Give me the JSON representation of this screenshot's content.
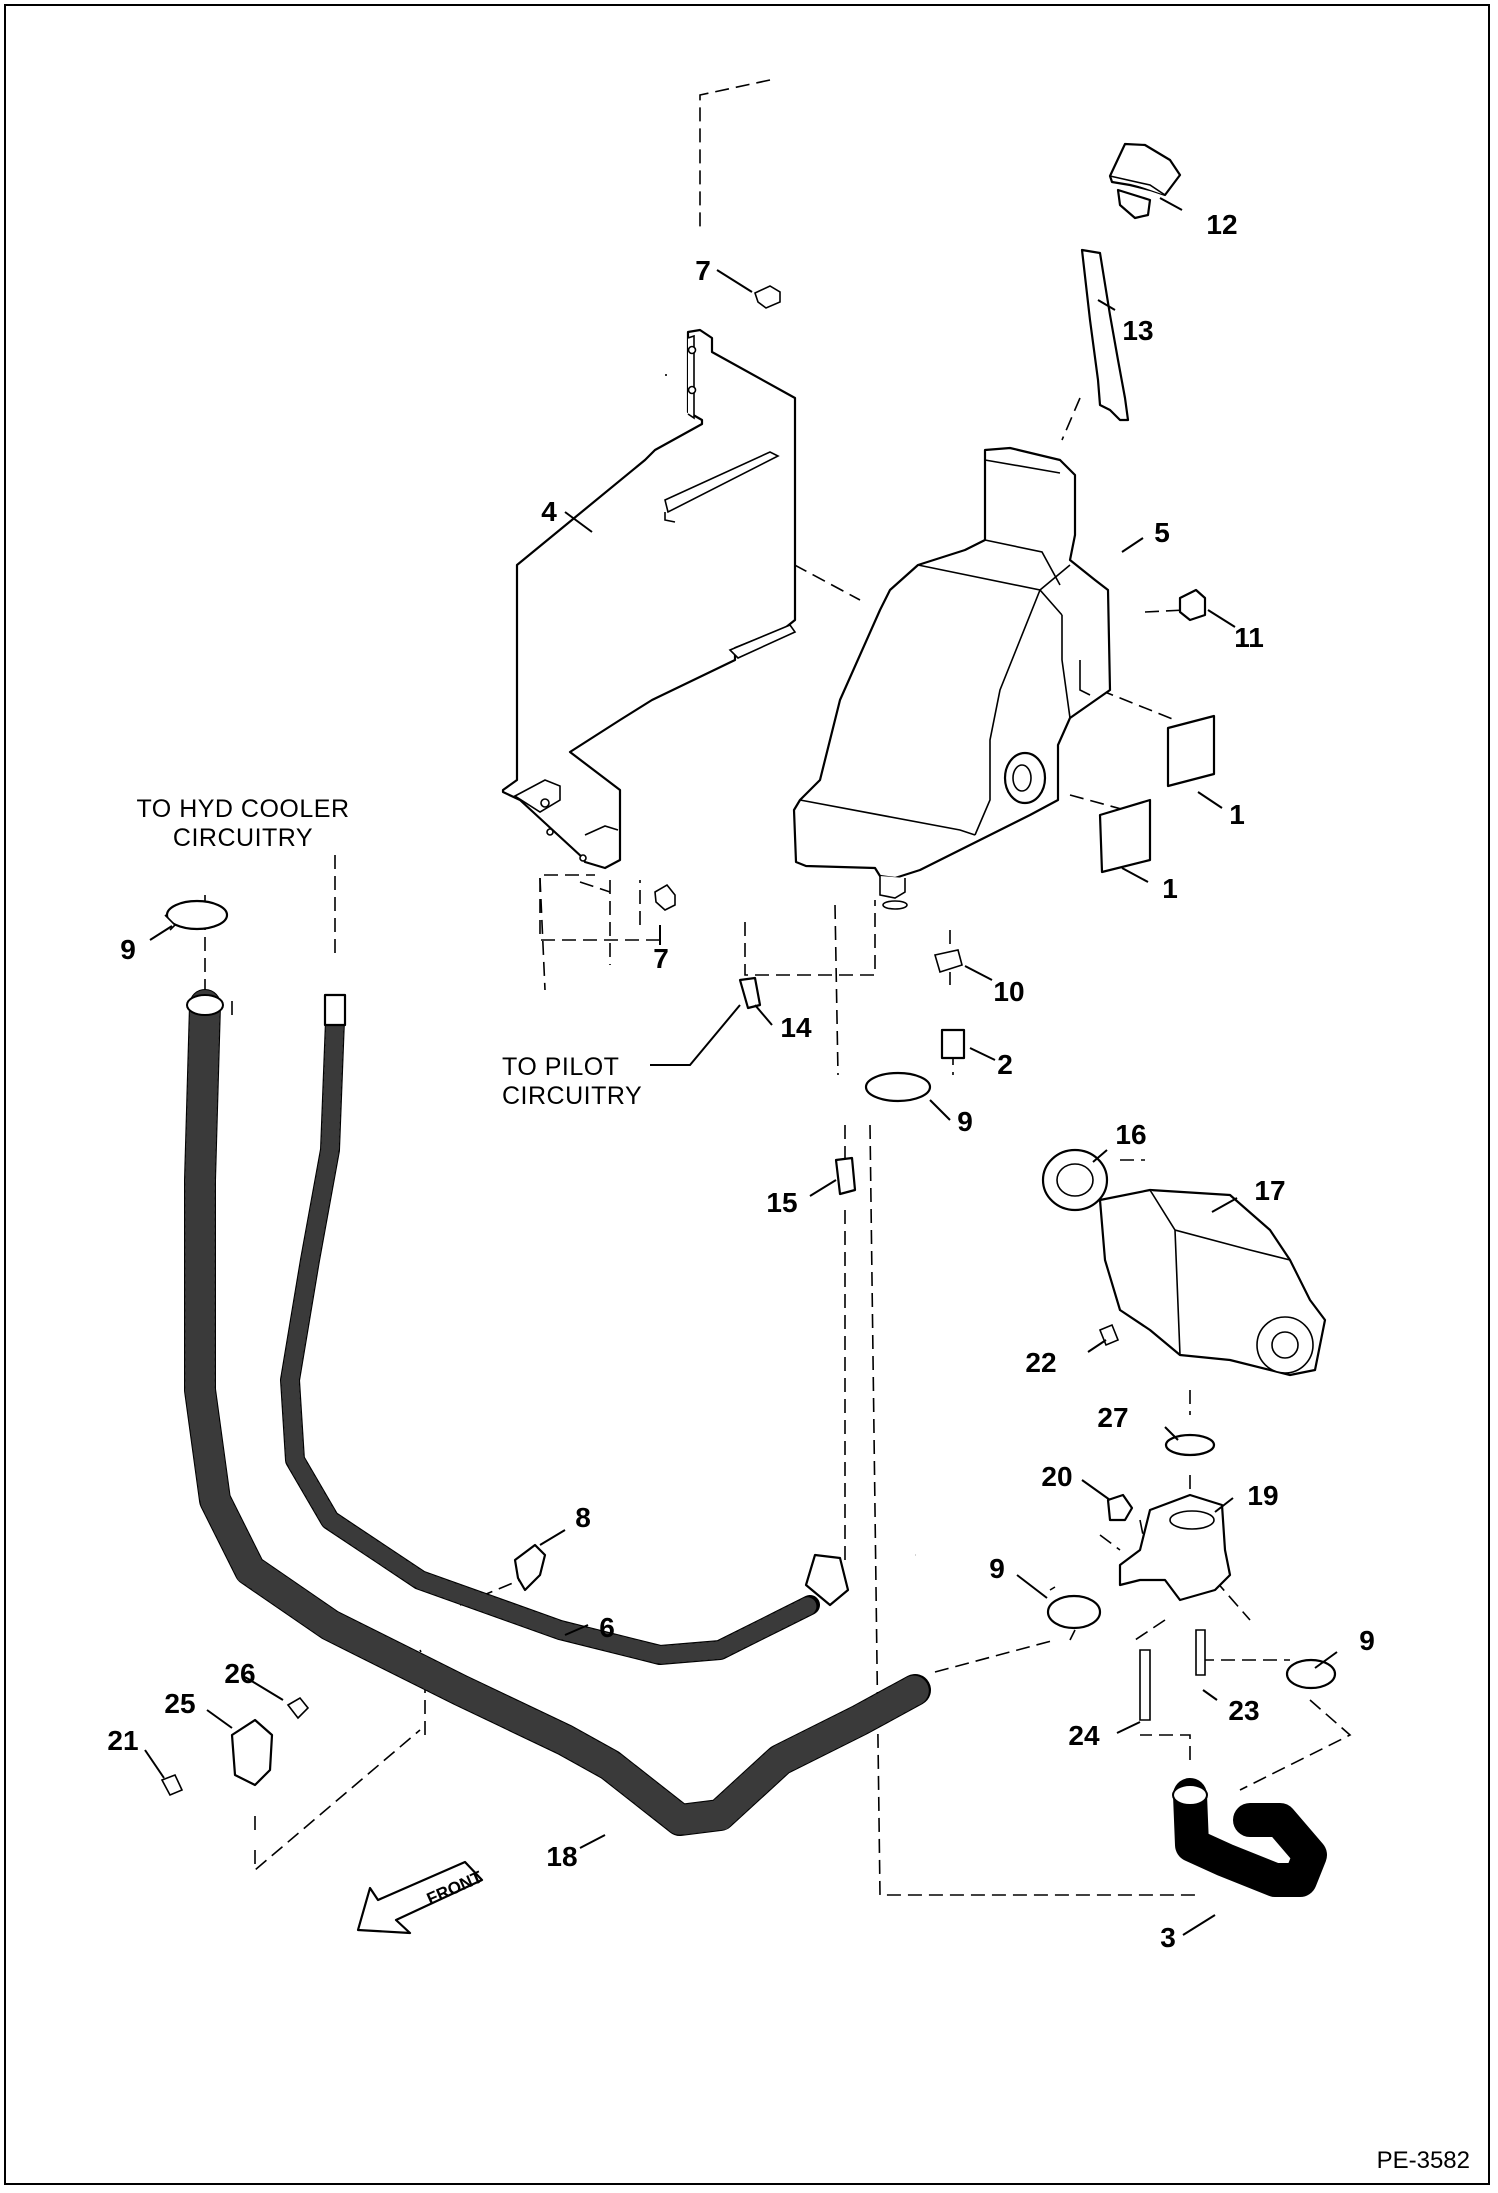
{
  "figure": {
    "id": "PE-3582",
    "notes": {
      "hyd_cooler_line1": "TO HYD COOLER",
      "hyd_cooler_line2": "CIRCUITRY",
      "pilot_line1": "TO PILOT",
      "pilot_line2": "CIRCUITRY"
    },
    "front_arrow": "FRONT"
  },
  "callouts": {
    "c1a": "1",
    "c1b": "1",
    "c2": "2",
    "c3": "3",
    "c4": "4",
    "c5": "5",
    "c6": "6",
    "c7a": "7",
    "c7b": "7",
    "c8": "8",
    "c9a": "9",
    "c9b": "9",
    "c9c": "9",
    "c9d": "9",
    "c10": "10",
    "c11": "11",
    "c12": "12",
    "c13": "13",
    "c14": "14",
    "c15": "15",
    "c16": "16",
    "c17": "17",
    "c18": "18",
    "c19": "19",
    "c20": "20",
    "c21": "21",
    "c22": "22",
    "c23": "23",
    "c24": "24",
    "c25": "25",
    "c26": "26",
    "c27": "27"
  }
}
